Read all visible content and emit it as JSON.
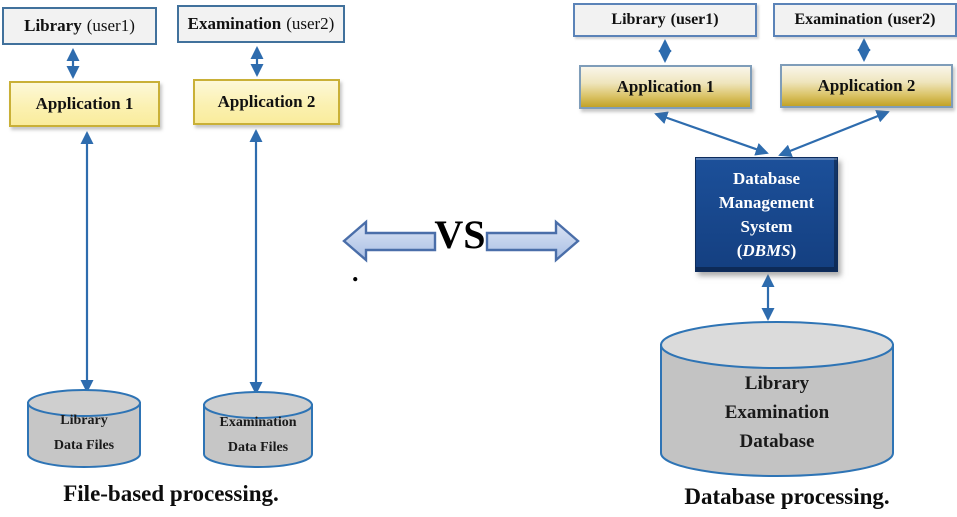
{
  "left_panel": {
    "users": [
      {
        "name": "Library",
        "user": "(user1)"
      },
      {
        "name": "Examination",
        "user": "(user2)"
      }
    ],
    "applications": [
      "Application 1",
      "Application 2"
    ],
    "datastores": [
      {
        "line1": "Library",
        "line2": "Data Files"
      },
      {
        "line1": "Examination",
        "line2": "Data Files"
      }
    ],
    "caption": "File-based processing."
  },
  "divider": {
    "vs_label": "VS",
    "dot": "."
  },
  "right_panel": {
    "users": [
      {
        "name": "Library",
        "user": "(user1)"
      },
      {
        "name": "Examination",
        "user": "(user2)"
      }
    ],
    "applications": [
      "Application 1",
      "Application 2"
    ],
    "dbms": {
      "line1": "Database",
      "line2": "Management",
      "line3": "System",
      "paren_open": "(",
      "acronym": "DBMS",
      "paren_close": ")"
    },
    "datastore": {
      "line1": "Library",
      "line2": "Examination",
      "line3": "Database"
    },
    "caption": "Database processing."
  },
  "colors": {
    "arrow_blue": "#2E6CAE",
    "cylinder_border": "#2E74B5",
    "cylinder_fill": "#C6C6C6",
    "dbms_blue": "#17448A",
    "app_gold": "#C2A227",
    "app_yellow_border": "#C9B037",
    "user_box_fill": "#F2F2F2",
    "user_box_border": "#41719C",
    "block_arrow_fill": "#B9CBE8",
    "block_arrow_border": "#4A6EA9"
  }
}
